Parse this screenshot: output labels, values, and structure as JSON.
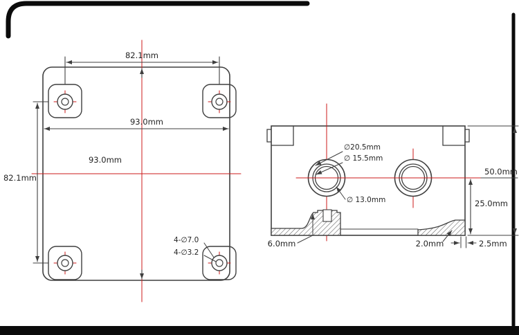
{
  "title": "junction-box-dimension-drawing",
  "colors": {
    "line": "#3f3f3f",
    "centerline": "#cc1a1a",
    "frame": "#0b0b0b",
    "background": "#ffffff"
  },
  "left_view": {
    "dim_top": "82.1mm",
    "dim_width": "93.0mm",
    "dim_height": "93.0mm",
    "dim_left": "82.1mm",
    "callout_outer": "4-∅7.0",
    "callout_inner": "4-∅3.2"
  },
  "right_view": {
    "dia_outer": "∅20.5mm",
    "dia_mid": "∅ 15.5mm",
    "dia_inner": "∅ 13.0mm",
    "dim_height": "50.0mm",
    "dim_half": "25.0mm",
    "dim_boss": "6.0mm",
    "dim_foot": "2.0mm",
    "dim_wall": "2.5mm"
  }
}
